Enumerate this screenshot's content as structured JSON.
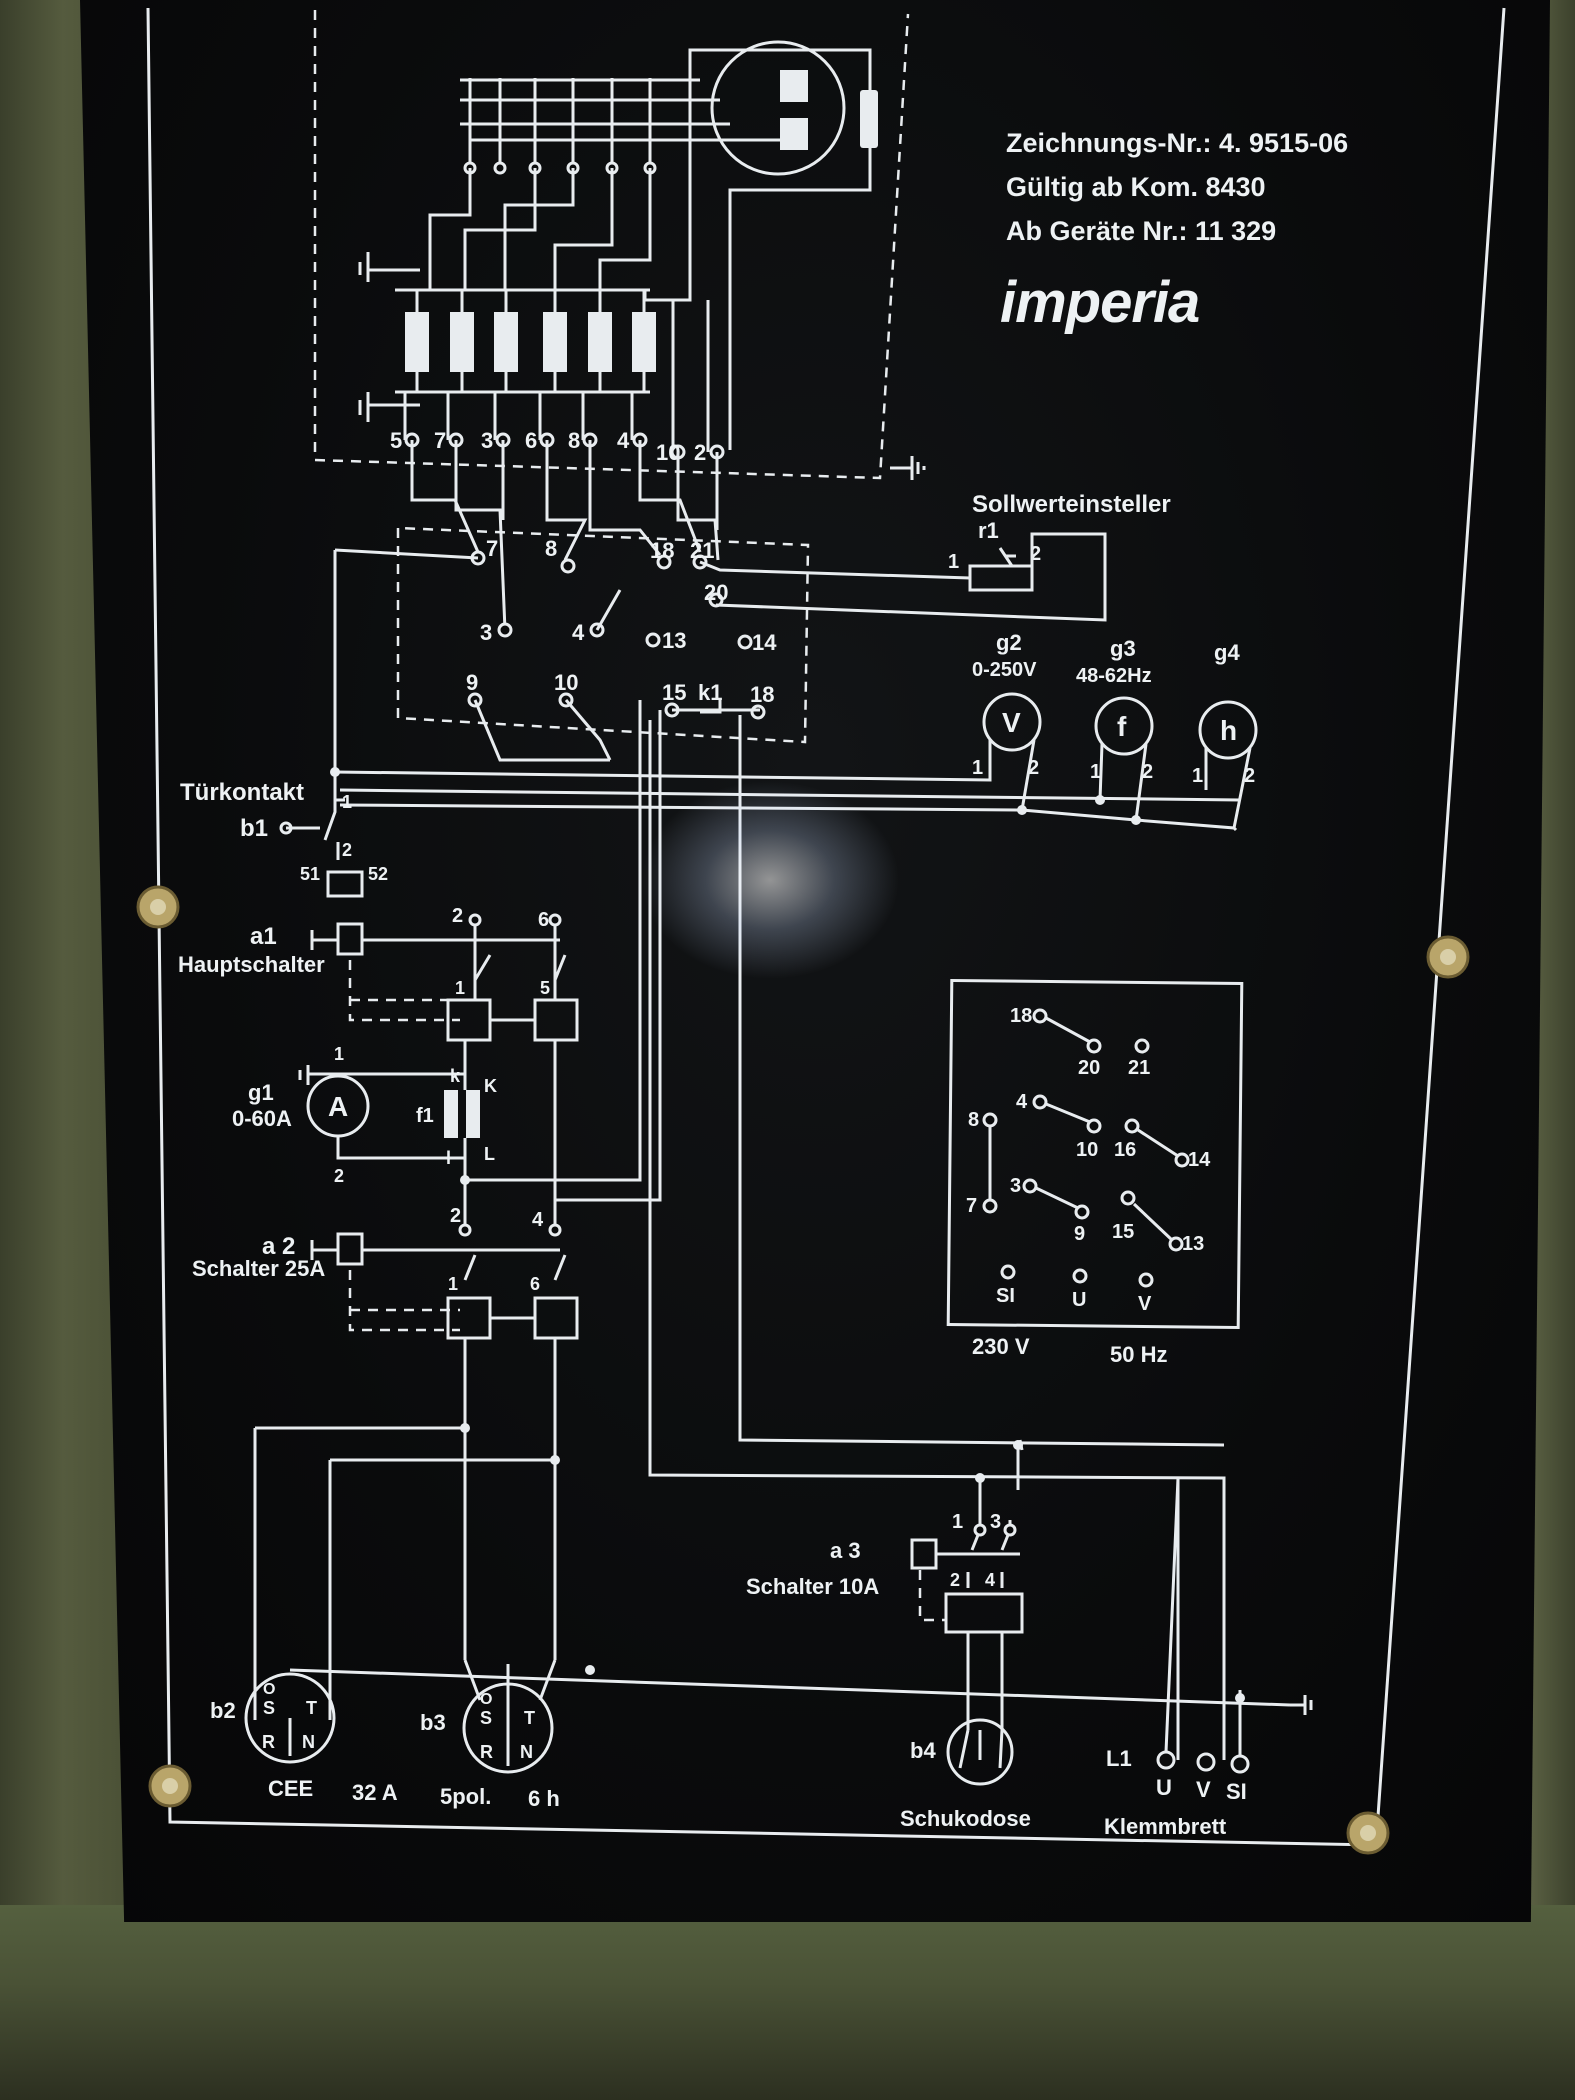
{
  "header": {
    "drawing_no": "Zeichnungs-Nr.: 4. 9515-06",
    "valid_from": "Gültig ab Kom. 8430",
    "device_no": "Ab Geräte Nr.: 11 329",
    "brand": "imperia"
  },
  "setpoint": {
    "title": "Sollwerteinsteller",
    "id": "r1",
    "pin1": "1",
    "pin2": "2"
  },
  "meters": [
    {
      "id": "g2",
      "range": "0-250V",
      "symbol": "V"
    },
    {
      "id": "g3",
      "range": "48-62Hz",
      "symbol": "f"
    },
    {
      "id": "g4",
      "range": "",
      "symbol": "h"
    }
  ],
  "meter_pins": {
    "p1": "1",
    "p2": "2"
  },
  "ammeter": {
    "id": "g1",
    "range": "0-60A",
    "symbol": "A",
    "p1": "1",
    "p2": "2"
  },
  "fuse": {
    "id": "f1",
    "k_small": "k",
    "k_big": "K",
    "l_small": "l",
    "l_big": "L"
  },
  "labels": {
    "door_contact": "Türkontakt",
    "b1": "b1",
    "b1_pin1": "1",
    "b1_pin2": "2",
    "c51": "51",
    "c52": "52",
    "a1": "a1",
    "main_switch": "Hauptschalter",
    "a2": "a 2",
    "switch25": "Schalter 25A",
    "a3": "a 3",
    "switch10": "Schalter 10A",
    "b2": "b2",
    "b3": "b3",
    "b4": "b4",
    "cee": "CEE",
    "amp32": "32 A",
    "pol5": "5pol.",
    "h6": "6 h",
    "schuko": "Schukodose",
    "terminal_board": "Klemmbrett",
    "l1": "L1",
    "u": "U",
    "v": "V",
    "si": "SI",
    "k1": "k1"
  },
  "upper_terminals": [
    "5",
    "7",
    "3",
    "6",
    "8",
    "4",
    "10",
    "2"
  ],
  "box_terminals": [
    "7",
    "8",
    "18",
    "21",
    "20",
    "3",
    "4",
    "13",
    "14",
    "9",
    "10",
    "15",
    "18"
  ],
  "switch_contacts": [
    "2",
    "6",
    "1",
    "5",
    "2",
    "4",
    "1",
    "6",
    "1",
    "2",
    "1",
    "3",
    "2",
    "4"
  ],
  "socket_letters": [
    "S",
    "O",
    "R",
    "N",
    "T"
  ],
  "panel": {
    "terminals": [
      "18",
      "20",
      "21",
      "4",
      "10",
      "16",
      "14",
      "8",
      "7",
      "3",
      "9",
      "15",
      "13"
    ],
    "outputs": [
      "SI",
      "U",
      "V"
    ],
    "voltage": "230 V",
    "frequency": "50 Hz"
  }
}
